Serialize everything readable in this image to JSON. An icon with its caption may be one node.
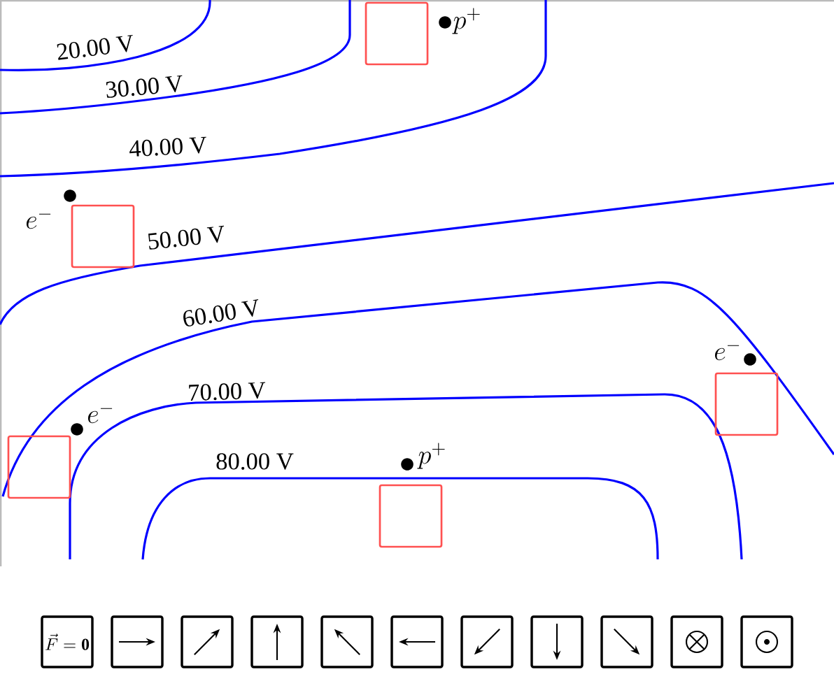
{
  "diagram": {
    "nodes": [
      {
        "text": [],
        "shape": "box"
      },
      {
        "text": [],
        "shape": "box"
      },
      {
        "text": [],
        "shape": "box"
      },
      {
        "text": [],
        "shape": "box"
      },
      {
        "text": [],
        "shape": "box"
      },
      {
        "text": [
          "\\vec{F}=\\mathbf{0}"
        ]
      },
      {
        "text": [],
        "shape": "box"
      },
      {
        "text": [],
        "shape": "box"
      },
      {
        "text": [],
        "shape": "box"
      },
      {
        "text": [],
        "shape": "box"
      },
      {
        "text": [],
        "shape": "box"
      },
      {
        "text": [],
        "shape": "box"
      },
      {
        "text": [],
        "shape": "box"
      },
      {
        "text": [],
        "shape": "box"
      },
      {
        "text": [],
        "shape": "box"
      },
      {
        "text": [],
        "shape": "box"
      }
    ],
    "labels": [
      "20.00 V",
      "p^{+}",
      "30.00 V",
      "40.00 V",
      "e^{-}",
      "50.00 V",
      "60.00 V",
      "e^{-}",
      "70.00 V",
      "e^{-}",
      "80.00 V",
      "p^{+}"
    ]
  }
}
